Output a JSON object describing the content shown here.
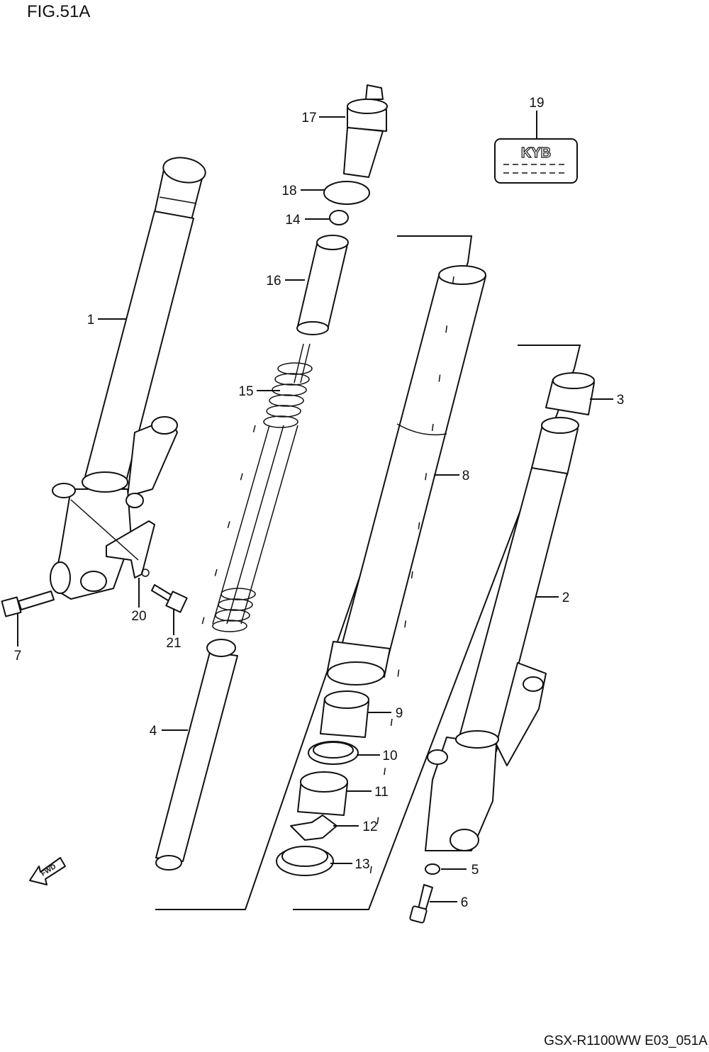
{
  "figure": {
    "title": "FIG.51A",
    "footer": "GSX-R1100WW  E03_051A"
  },
  "fwd_label": "FWD",
  "logo_text": "KYB",
  "callouts": [
    {
      "id": "1",
      "text": "1"
    },
    {
      "id": "2",
      "text": "2"
    },
    {
      "id": "3",
      "text": "3"
    },
    {
      "id": "4",
      "text": "4"
    },
    {
      "id": "5",
      "text": "5"
    },
    {
      "id": "6",
      "text": "6"
    },
    {
      "id": "7",
      "text": "7"
    },
    {
      "id": "8",
      "text": "8"
    },
    {
      "id": "9",
      "text": "9"
    },
    {
      "id": "10",
      "text": "10"
    },
    {
      "id": "11",
      "text": "11"
    },
    {
      "id": "12",
      "text": "12"
    },
    {
      "id": "13",
      "text": "13"
    },
    {
      "id": "14",
      "text": "14"
    },
    {
      "id": "15",
      "text": "15"
    },
    {
      "id": "16",
      "text": "16"
    },
    {
      "id": "17",
      "text": "17"
    },
    {
      "id": "18",
      "text": "18"
    },
    {
      "id": "19",
      "text": "19"
    },
    {
      "id": "20",
      "text": "20"
    },
    {
      "id": "21",
      "text": "21"
    }
  ]
}
